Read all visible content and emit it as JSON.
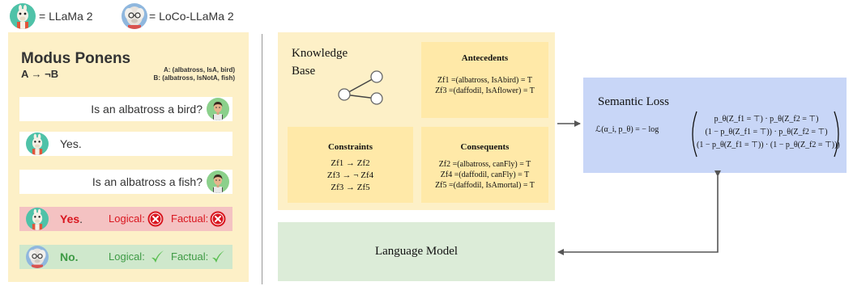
{
  "legend": {
    "llama_label": "= LLaMa 2",
    "loco_label": "= LoCo-LLaMa 2"
  },
  "left": {
    "title": "Modus Ponens",
    "rule": "A → ¬B",
    "note_a": "A: (albatross, IsA, bird)",
    "note_b": "B: (albatross, IsNotA, fish)",
    "q1": "Is an albatross a bird?",
    "a1": "Yes.",
    "q2": "Is an albatross a fish?",
    "llama_answer": "Yes",
    "llama_answer_dot": ".",
    "loco_answer": "No.",
    "logical_label": "Logical:",
    "factual_label": "Factual:"
  },
  "kb": {
    "title_line1": "Knowledge",
    "title_line2": "Base",
    "antecedents": {
      "title": "Antecedents",
      "lines": [
        "Zf1 =(albatross, IsAbird) = T",
        "Zf3 =(daffodil, IsAflower) = T"
      ]
    },
    "constraints": {
      "title": "Constraints",
      "lines": [
        "Zf1 → Zf2",
        "Zf3 → ¬ Zf4",
        "Zf3 → Zf5"
      ]
    },
    "consequents": {
      "title": "Consequents",
      "lines": [
        "Zf2 =(albatross, canFly) = T",
        "Zf4 =(daffodil, canFly) = T",
        "Zf5 =(daffodil, IsAmortal) = T"
      ]
    }
  },
  "lm": {
    "label": "Language Model"
  },
  "semantic_loss": {
    "title": "Semantic Loss",
    "lhs": "ℒ(α_i, p_θ) = − log",
    "row1": "p_θ(Z_f1 = ⊤) · p_θ(Z_f2 = ⊤)",
    "row2": "(1 − p_θ(Z_f1 = ⊤)) · p_θ(Z_f2 = ⊤)",
    "row3": "(1 − p_θ(Z_f1 = ⊤)) · (1 − p_θ(Z_f2 = ⊤)))"
  },
  "colors": {
    "yellow_panel": "#fdf0c7",
    "yellow_box": "#ffe9a8",
    "green_panel": "#dcecd8",
    "blue_panel": "#c8d6f7",
    "red_bubble": "#f4c2c2",
    "green_bubble": "#cfe8cc",
    "red": "#d9161f",
    "green": "#3e9a45"
  }
}
